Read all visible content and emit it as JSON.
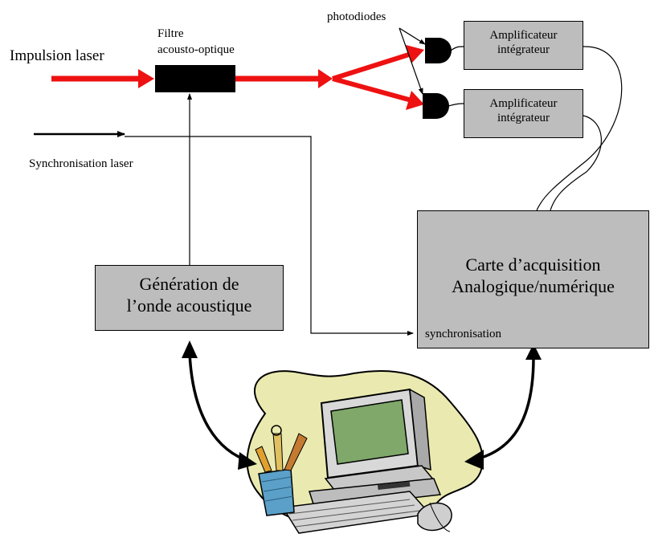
{
  "diagram": {
    "labels": {
      "impulsion_laser": "Impulsion laser",
      "filtre": "Filtre",
      "acousto_optique": "acousto-optique",
      "photodiodes": "photodiodes",
      "synchronisation_laser": "Synchronisation laser"
    },
    "amplifier_1": {
      "line1": "Amplificateur",
      "line2": "intégrateur"
    },
    "amplifier_2": {
      "line1": "Amplificateur",
      "line2": "intégrateur"
    },
    "generation_box": {
      "line1": "Génération de",
      "line2": "l’onde acoustique"
    },
    "acquisition_box": {
      "line1": "Carte d’acquisition",
      "line2": "Analogique/numérique",
      "sync_label": "synchronisation"
    },
    "computer_clipart": "computer-with-pencil-cup-and-mouse"
  },
  "colors": {
    "laser_beam": "#ee1111",
    "box_fill": "#bdbdbd",
    "filter_fill": "#000000",
    "blob_fill": "#eaeab0",
    "line": "#000000"
  }
}
